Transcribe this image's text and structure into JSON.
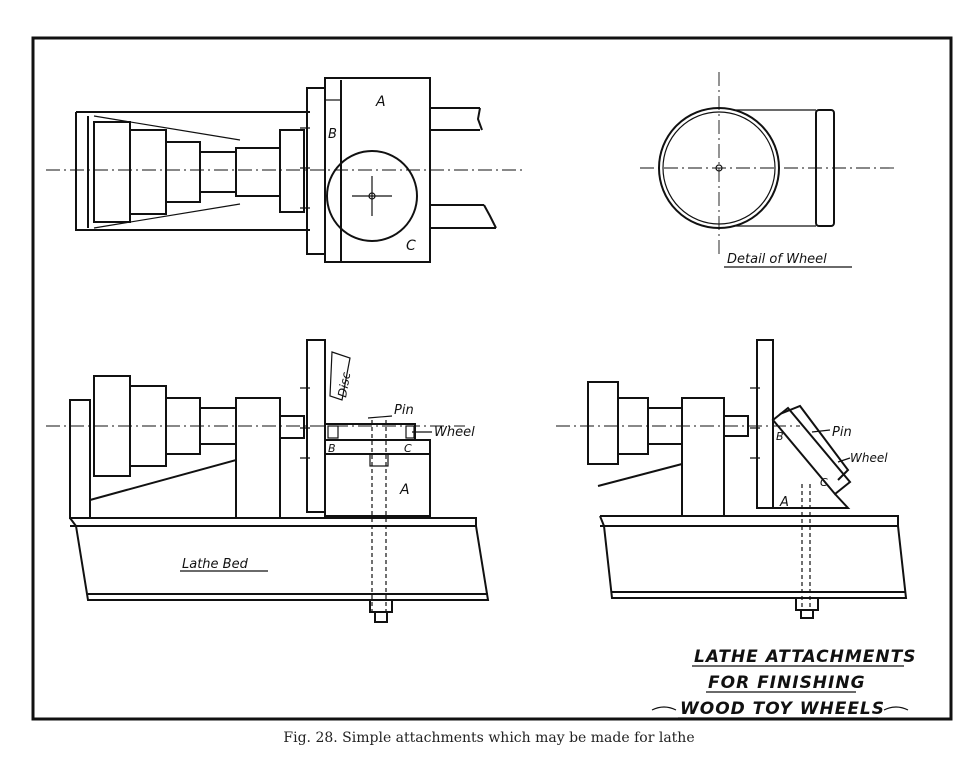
{
  "labels": {
    "block_a_top": "A",
    "part_b_top": "B",
    "block_c_top": "C",
    "detail_wheel": "Detail of Wheel",
    "disc": "Disc",
    "pin_center": "Pin",
    "wheel_center": "Wheel",
    "b_center": "B",
    "c_center": "C",
    "a_center": "A",
    "lathe_bed": "Lathe Bed",
    "pin_right": "Pin",
    "wheel_right": "Wheel",
    "b_right": "B",
    "c_right": "C",
    "a_right": "A"
  },
  "title_block": {
    "line1": "LATHE ATTACHMENTS",
    "line2": "FOR FINISHING",
    "line3": "WOOD TOY WHEELS"
  },
  "caption": "Fig. 28.   Simple attachments which may be made for lathe"
}
